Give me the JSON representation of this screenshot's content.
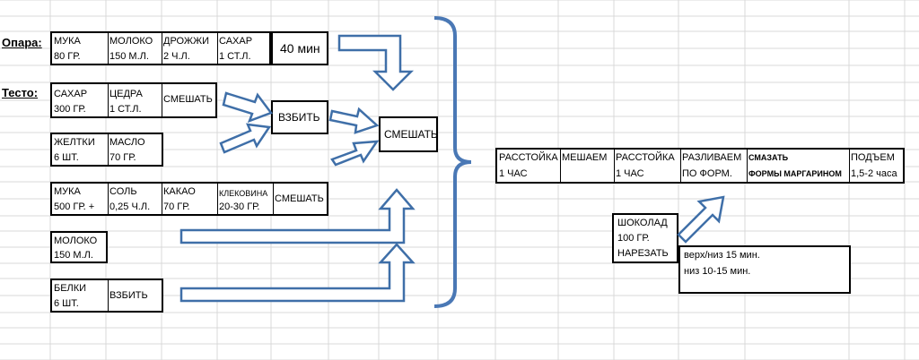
{
  "colors": {
    "arrow": "#3f6fa8",
    "brace": "#4a78b5",
    "grid": "#d9d9d9",
    "border": "#000000"
  },
  "opara": {
    "label": "Опара:",
    "items": [
      {
        "name": "МУКА",
        "qty": "80 ГР."
      },
      {
        "name": "МОЛОКО",
        "qty": "150 М.Л."
      },
      {
        "name": "ДРОЖЖИ",
        "qty": "2 Ч.Л."
      },
      {
        "name": "САХАР",
        "qty": "1 СТ.Л."
      }
    ],
    "time": "40 мин"
  },
  "testo": {
    "label": "Тесто:",
    "row1": [
      {
        "name": "САХАР",
        "qty": "300 ГР."
      },
      {
        "name": "ЦЕДРА",
        "qty": "1 СТ.Л."
      }
    ],
    "row1_action": "СМЕШАТЬ",
    "row2": [
      {
        "name": "ЖЕЛТКИ",
        "qty": "6 ШТ."
      },
      {
        "name": "МАСЛО",
        "qty": "70 ГР."
      }
    ],
    "whip": "ВЗБИТЬ",
    "mix": "СМЕШАТЬ",
    "row3": [
      {
        "name": "МУКА",
        "qty": "500 ГР. +"
      },
      {
        "name": "СОЛЬ",
        "qty": "0,25 Ч.Л."
      },
      {
        "name": "КАКАО",
        "qty": "70 ГР."
      },
      {
        "name": "КЛЕКОВИНА",
        "qty": "20-30 ГР."
      }
    ],
    "row3_action": "СМЕШАТЬ",
    "milk": {
      "name": "МОЛОКО",
      "qty": "150 М.Л."
    },
    "whites": {
      "name": "БЕЛКИ",
      "qty": "6 ШТ."
    },
    "whites_action": "ВЗБИТЬ"
  },
  "process": [
    {
      "name": "РАССТОЙКА",
      "value": "1 ЧАС"
    },
    {
      "name": "МЕШАЕМ",
      "value": ""
    },
    {
      "name": "РАССТОЙКА",
      "value": "1 ЧАС"
    },
    {
      "name": "РАЗЛИВАЕМ",
      "value": "ПО ФОРМ."
    },
    {
      "name": "СМАЗАТЬ",
      "value": "ФОРМЫ МАРГАРИНОМ"
    },
    {
      "name": "ПОДЪЕМ",
      "value": "1,5-2 часа"
    }
  ],
  "chocolate": {
    "line1": "ШОКОЛАД",
    "line2": "100 ГР.",
    "line3": "НАРЕЗАТЬ"
  },
  "bake": {
    "line1": "верх/низ 15 мин.",
    "line2": "низ 10-15 мин."
  }
}
